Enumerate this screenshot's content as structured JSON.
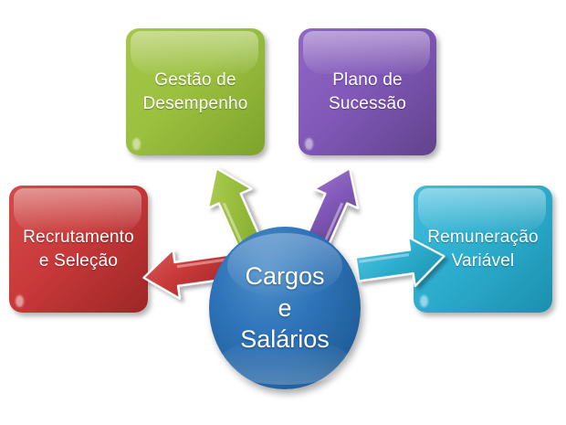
{
  "diagram": {
    "title": "Cargos e Salários",
    "center": {
      "label": "Cargos\ne\nSalários",
      "color": "#2f74ba",
      "shape": "ellipse"
    },
    "nodes": [
      {
        "id": "gestao-de-desempenho",
        "label": "Gestão de\nDesempenho",
        "color": "#9bc03f",
        "position": "top-left"
      },
      {
        "id": "plano-de-sucessao",
        "label": "Plano de\nSucessão",
        "color": "#8158b8",
        "position": "top-right"
      },
      {
        "id": "recrutamento-e-selecao",
        "label": "Recrutamento\ne Seleção",
        "color": "#c9393a",
        "position": "left"
      },
      {
        "id": "remuneracao-variavel",
        "label": "Remuneração\nVariável",
        "color": "#2eaecf",
        "position": "right"
      }
    ],
    "arrows": [
      {
        "id": "arrow-to-gestao-de-desempenho",
        "color": "#9bc03f",
        "direction": "up-left",
        "from": "center",
        "to": "gestao-de-desempenho"
      },
      {
        "id": "arrow-to-plano-de-sucessao",
        "color": "#8158b8",
        "direction": "up-right",
        "from": "center",
        "to": "plano-de-sucessao"
      },
      {
        "id": "arrow-to-recrutamento-e-selecao",
        "color": "#c9393a",
        "direction": "left",
        "from": "center",
        "to": "recrutamento-e-selecao"
      },
      {
        "id": "arrow-to-remuneracao-variavel",
        "color": "#2eaecf",
        "direction": "right",
        "from": "center",
        "to": "remuneracao-variavel"
      }
    ]
  }
}
